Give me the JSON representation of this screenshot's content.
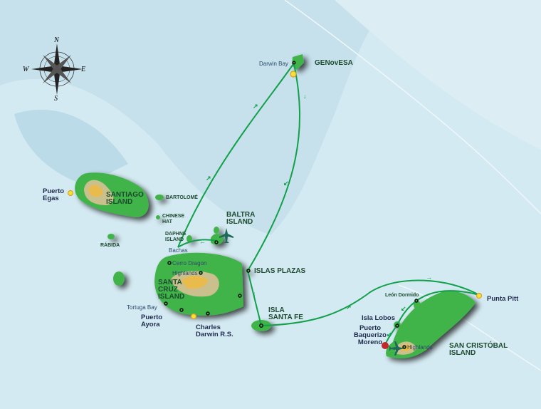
{
  "compass": {
    "n": "N",
    "e": "E",
    "s": "S",
    "w": "W"
  },
  "islands": {
    "genovesa": "GENovESA",
    "santiago": [
      "SANTIAGO",
      "ISLAND"
    ],
    "bartolome": "BARTOLOMÉ",
    "chinese_hat": [
      "CHINESE",
      "HAT"
    ],
    "rabida": "RÁBIDA",
    "daphne": [
      "DAPHNE",
      "ISLAND"
    ],
    "baltra": [
      "BALTRA",
      "ISLAND"
    ],
    "santa_cruz": [
      "SANTA",
      "CRUZ",
      "ISLAND"
    ],
    "islas_plazas": "ISLAS PLAZAS",
    "santa_fe": [
      "ISLA",
      "SANTA FE"
    ],
    "san_cristobal": [
      "SAN CRISTÓBAL",
      "ISLAND"
    ]
  },
  "sites": {
    "darwin_bay": "Darwin Bay",
    "puerto_egas": [
      "Puerto",
      "Egas"
    ],
    "bachas": "Bachas",
    "cerro_dragon": "Cerro Dragon",
    "highlands_sc": "Highlands",
    "tortuga_bay": "Tortuga Bay",
    "puerto_ayora": [
      "Puerto",
      "Ayora"
    ],
    "charles_darwin": [
      "Charles",
      "Darwin R.S."
    ],
    "leon_dormido": "León Dormido",
    "punta_pitt": "Punta Pitt",
    "isla_lobos": "Isla Lobos",
    "puerto_baquerizo": [
      "Puerto",
      "Baquerizo",
      "Moreno"
    ],
    "highlands_scr": "Highlands"
  },
  "colors": {
    "sea": "#d4eaf2",
    "land": "#3fb34a",
    "route": "#13a04a"
  }
}
